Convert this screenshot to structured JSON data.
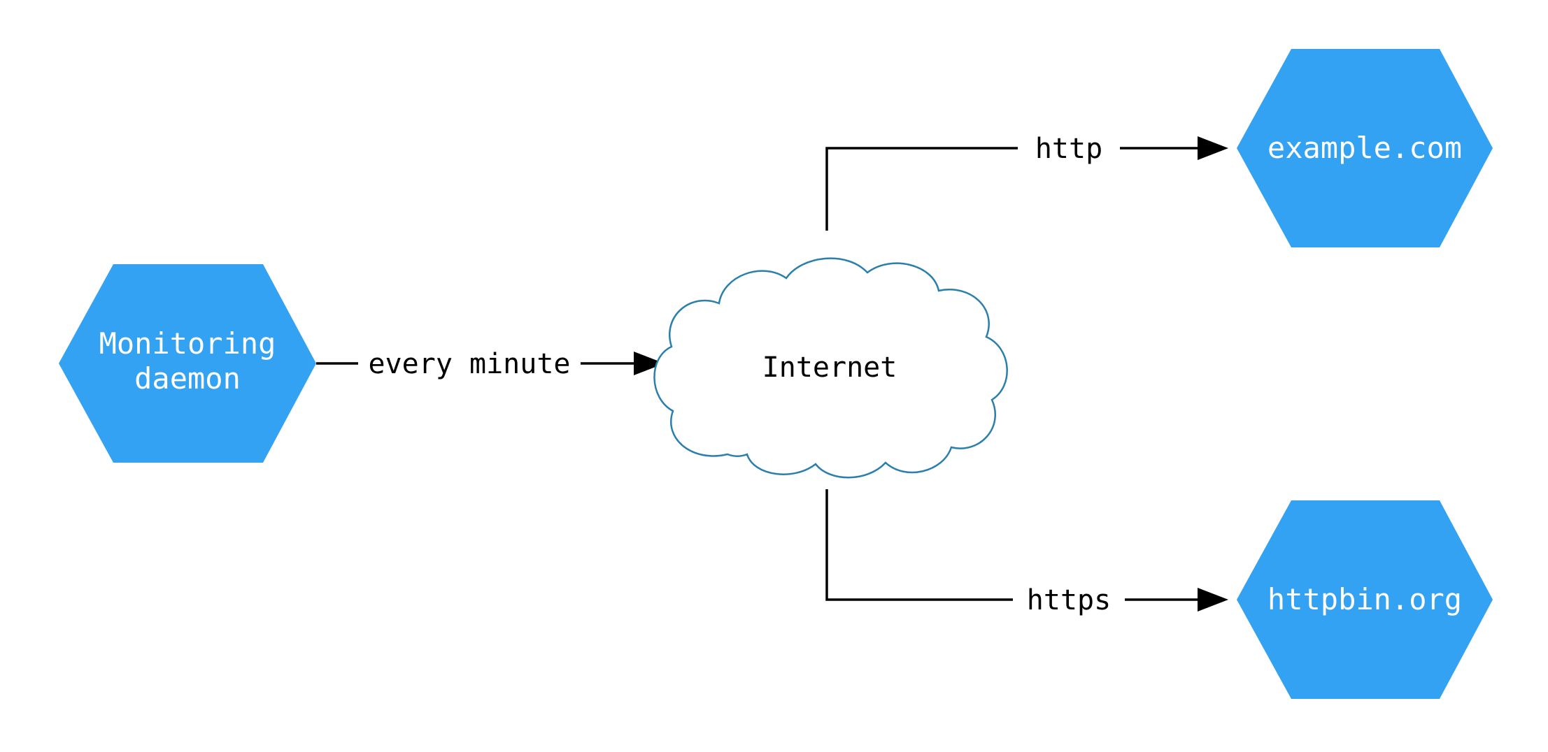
{
  "diagram": {
    "title": "monitoring-network-diagram",
    "colors": {
      "background": "#ffffff",
      "node_fill": "#33a2f2",
      "node_text": "#ffffff",
      "edge_color": "#000000",
      "label_color": "#000000",
      "cloud_stroke": "#2b7fad",
      "cloud_fill": "#ffffff"
    },
    "nodes": {
      "monitoring": {
        "shape": "hexagon",
        "label": "Monitoring daemon",
        "label_lines": [
          "Monitoring",
          "daemon"
        ]
      },
      "internet": {
        "shape": "cloud",
        "label": "Internet"
      },
      "example": {
        "shape": "hexagon",
        "label": "example.com"
      },
      "httpbin": {
        "shape": "hexagon",
        "label": "httpbin.org"
      }
    },
    "edges": [
      {
        "from": "monitoring",
        "to": "internet",
        "label": "every minute"
      },
      {
        "from": "internet",
        "to": "example",
        "label": "http"
      },
      {
        "from": "internet",
        "to": "httpbin",
        "label": "https"
      }
    ]
  }
}
